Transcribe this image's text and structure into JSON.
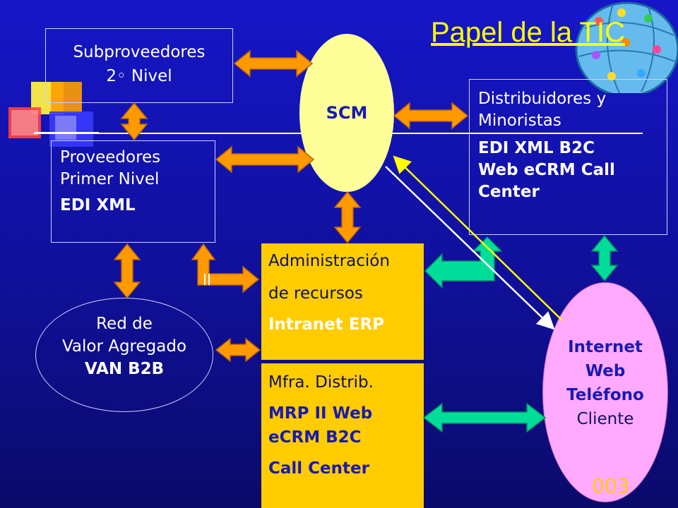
{
  "title": "Papel de la TIC",
  "nodes": {
    "subproveedores": {
      "line1": "Subproveedores",
      "line2": "2◦ Nivel"
    },
    "proveedores": {
      "line1": "Proveedores",
      "line2": "Primer Nivel",
      "line3": "EDI XML"
    },
    "scm": {
      "label": "SCM"
    },
    "distribuidores": {
      "line1": "Distribuidores y",
      "line2": "Minoristas",
      "line3": "EDI XML B2C",
      "line4": "Web eCRM Call",
      "line5": "Center"
    },
    "van": {
      "line1": "Red de",
      "line2": "Valor Agregado",
      "line3": "VAN B2B"
    },
    "administracion": {
      "line1": "Administración",
      "line2": "de recursos",
      "line3": "Intranet ERP"
    },
    "mfra": {
      "line1": "Mfra. Distrib.",
      "line2": "MRP II  Web",
      "line3": "eCRM B2C",
      "line4": "Call Center"
    },
    "internet": {
      "line1": "Internet",
      "line2": "Web",
      "line3": "Teléfono",
      "line4": "Cliente"
    }
  },
  "page_number": "003",
  "colors": {
    "background": "#1414b4",
    "arrow_orange": "#ff9900",
    "arrow_green": "#00dd99",
    "scm_fill": "#ffff99",
    "erp_fill": "#ffcc00",
    "client_fill": "#ffaaff",
    "title": "#ffff00"
  },
  "icons": {
    "decoration_left": "colored-cubes-icon",
    "decoration_right": "globe-people-icon"
  }
}
